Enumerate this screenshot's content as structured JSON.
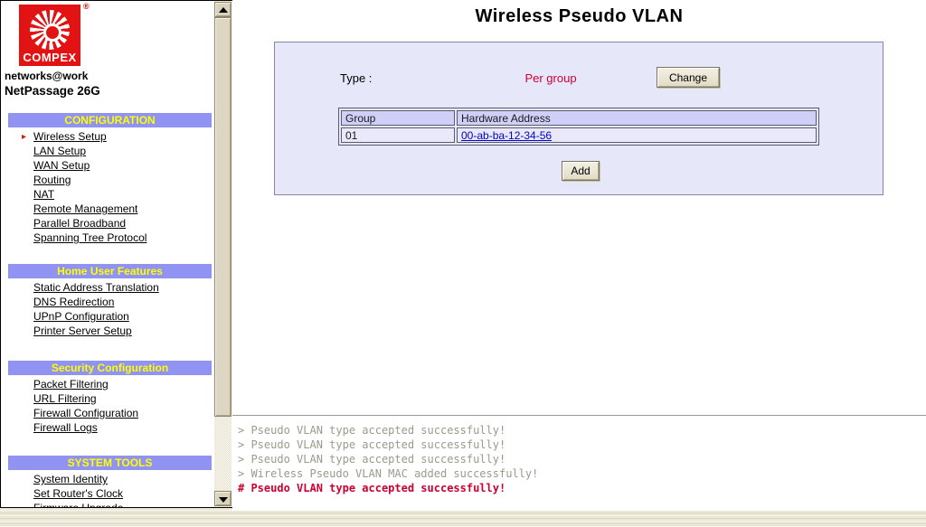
{
  "branding": {
    "logo_text": "COMPEX",
    "registered_mark": "®",
    "tagline": "networks@work",
    "model": "NetPassage 26G"
  },
  "sidebar": {
    "sections": [
      {
        "title": "CONFIGURATION",
        "items": [
          {
            "label": "Wireless Setup",
            "active": true
          },
          {
            "label": "LAN Setup",
            "active": false
          },
          {
            "label": "WAN Setup",
            "active": false
          },
          {
            "label": "Routing",
            "active": false
          },
          {
            "label": "NAT",
            "active": false
          },
          {
            "label": "Remote Management",
            "active": false
          },
          {
            "label": "Parallel Broadband",
            "active": false
          },
          {
            "label": "Spanning Tree Protocol",
            "active": false
          }
        ]
      },
      {
        "title": "Home User Features",
        "items": [
          {
            "label": "Static Address Translation",
            "active": false
          },
          {
            "label": "DNS Redirection",
            "active": false
          },
          {
            "label": "UPnP Configuration",
            "active": false
          },
          {
            "label": "Printer Server Setup",
            "active": false
          }
        ]
      },
      {
        "title": "Security Configuration",
        "items": [
          {
            "label": "Packet Filtering",
            "active": false
          },
          {
            "label": "URL Filtering",
            "active": false
          },
          {
            "label": "Firewall Configuration",
            "active": false
          },
          {
            "label": "Firewall Logs",
            "active": false
          }
        ]
      },
      {
        "title": "SYSTEM TOOLS",
        "items": [
          {
            "label": "System Identity",
            "active": false
          },
          {
            "label": "Set Router's Clock",
            "active": false
          },
          {
            "label": "Firmware Upgrade",
            "active": false
          }
        ]
      }
    ]
  },
  "main": {
    "title": "Wireless Pseudo VLAN",
    "type_label": "Type :",
    "type_value": "Per group",
    "change_button": "Change",
    "add_button": "Add",
    "table": {
      "headers": [
        "Group",
        "Hardware Address"
      ],
      "rows": [
        {
          "group": "01",
          "mac": "00-ab-ba-12-34-56"
        }
      ]
    }
  },
  "console": {
    "lines": [
      {
        "text": "> Pseudo VLAN type accepted successfully!",
        "highlight": false
      },
      {
        "text": "> Pseudo VLAN type accepted successfully!",
        "highlight": false
      },
      {
        "text": "> Pseudo VLAN type accepted successfully!",
        "highlight": false
      },
      {
        "text": "> Wireless Pseudo VLAN MAC added successfully!",
        "highlight": false
      },
      {
        "text": "# Pseudo VLAN type accepted successfully!",
        "highlight": true
      }
    ]
  },
  "colors": {
    "band_background": "#9193f2",
    "band_text": "#ffff00",
    "logo_red": "#e31313",
    "accent_crimson": "#cc0033",
    "link_blue": "#0000cc",
    "console_grey": "#9b9a8b",
    "panel_lavender": "#e7e7fa",
    "table_header_lavender": "#cfcff8",
    "chrome_beige": "#ece8d8"
  }
}
